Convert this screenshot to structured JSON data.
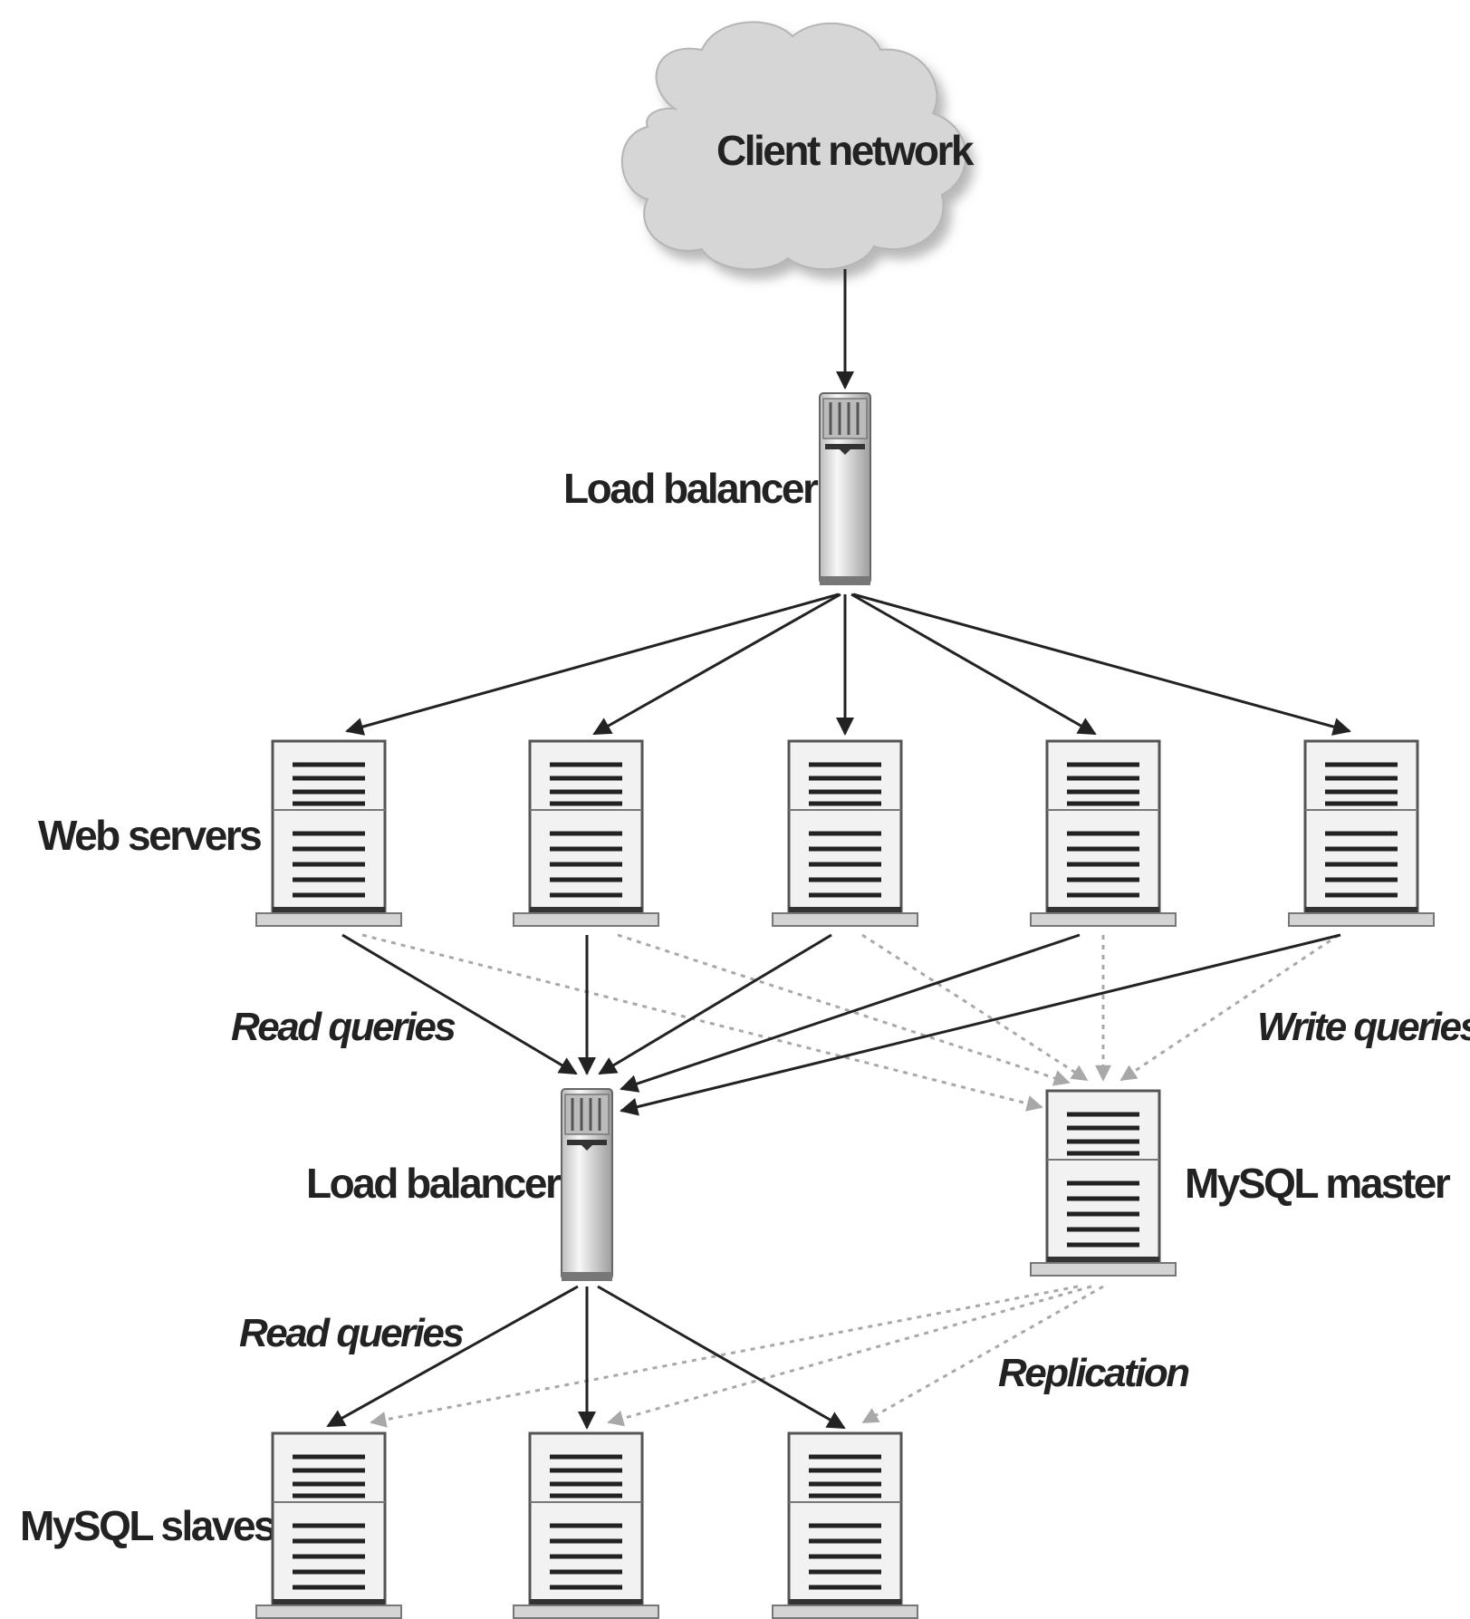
{
  "cloud": {
    "label": "Client network"
  },
  "nodes": {
    "top_load_balancer": {
      "label": "Load balancer",
      "icon": "load-balancer-icon"
    },
    "web_servers": {
      "label": "Web servers",
      "icon": "server-icon",
      "count": 5
    },
    "db_load_balancer": {
      "label": "Load balancer",
      "icon": "load-balancer-icon"
    },
    "mysql_master": {
      "label": "MySQL master",
      "icon": "server-icon"
    },
    "mysql_slaves": {
      "label": "MySQL slaves",
      "icon": "server-icon",
      "count": 3
    }
  },
  "edge_labels": {
    "read_queries_upper": "Read queries",
    "write_queries": "Write queries",
    "read_queries_lower": "Read queries",
    "replication": "Replication"
  },
  "colors": {
    "solid_arrow": "#222222",
    "dotted_arrow": "#a8a8a8",
    "cloud_fill": "#d6d6d6",
    "server_face": "#f2f2f2"
  }
}
